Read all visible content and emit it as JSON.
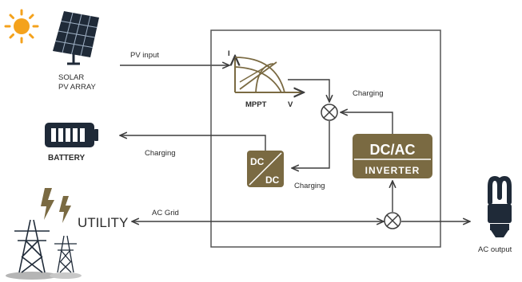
{
  "solar": {
    "line1": "SOLAR",
    "line2": "PV ARRAY"
  },
  "labels": {
    "pv_input": "PV input",
    "battery": "BATTERY",
    "charging_battery": "Charging",
    "charging_mppt": "Charging",
    "charging_dcdc": "Charging",
    "utility": "UTILITY",
    "ac_grid": "AC Grid",
    "ac_output": "AC output"
  },
  "mppt": {
    "title": "MPPT",
    "y_tick": "I",
    "x_label": "V"
  },
  "dcdc": {
    "top": "DC",
    "bottom": "DC"
  },
  "inverter": {
    "top": "DC/AC",
    "bottom": "INVERTER"
  },
  "colors": {
    "olive": "#7a6a42",
    "battery_blue": "#1f2a38",
    "sun": "#f4a21c",
    "line": "#3d3d3d",
    "box": "#555555"
  }
}
